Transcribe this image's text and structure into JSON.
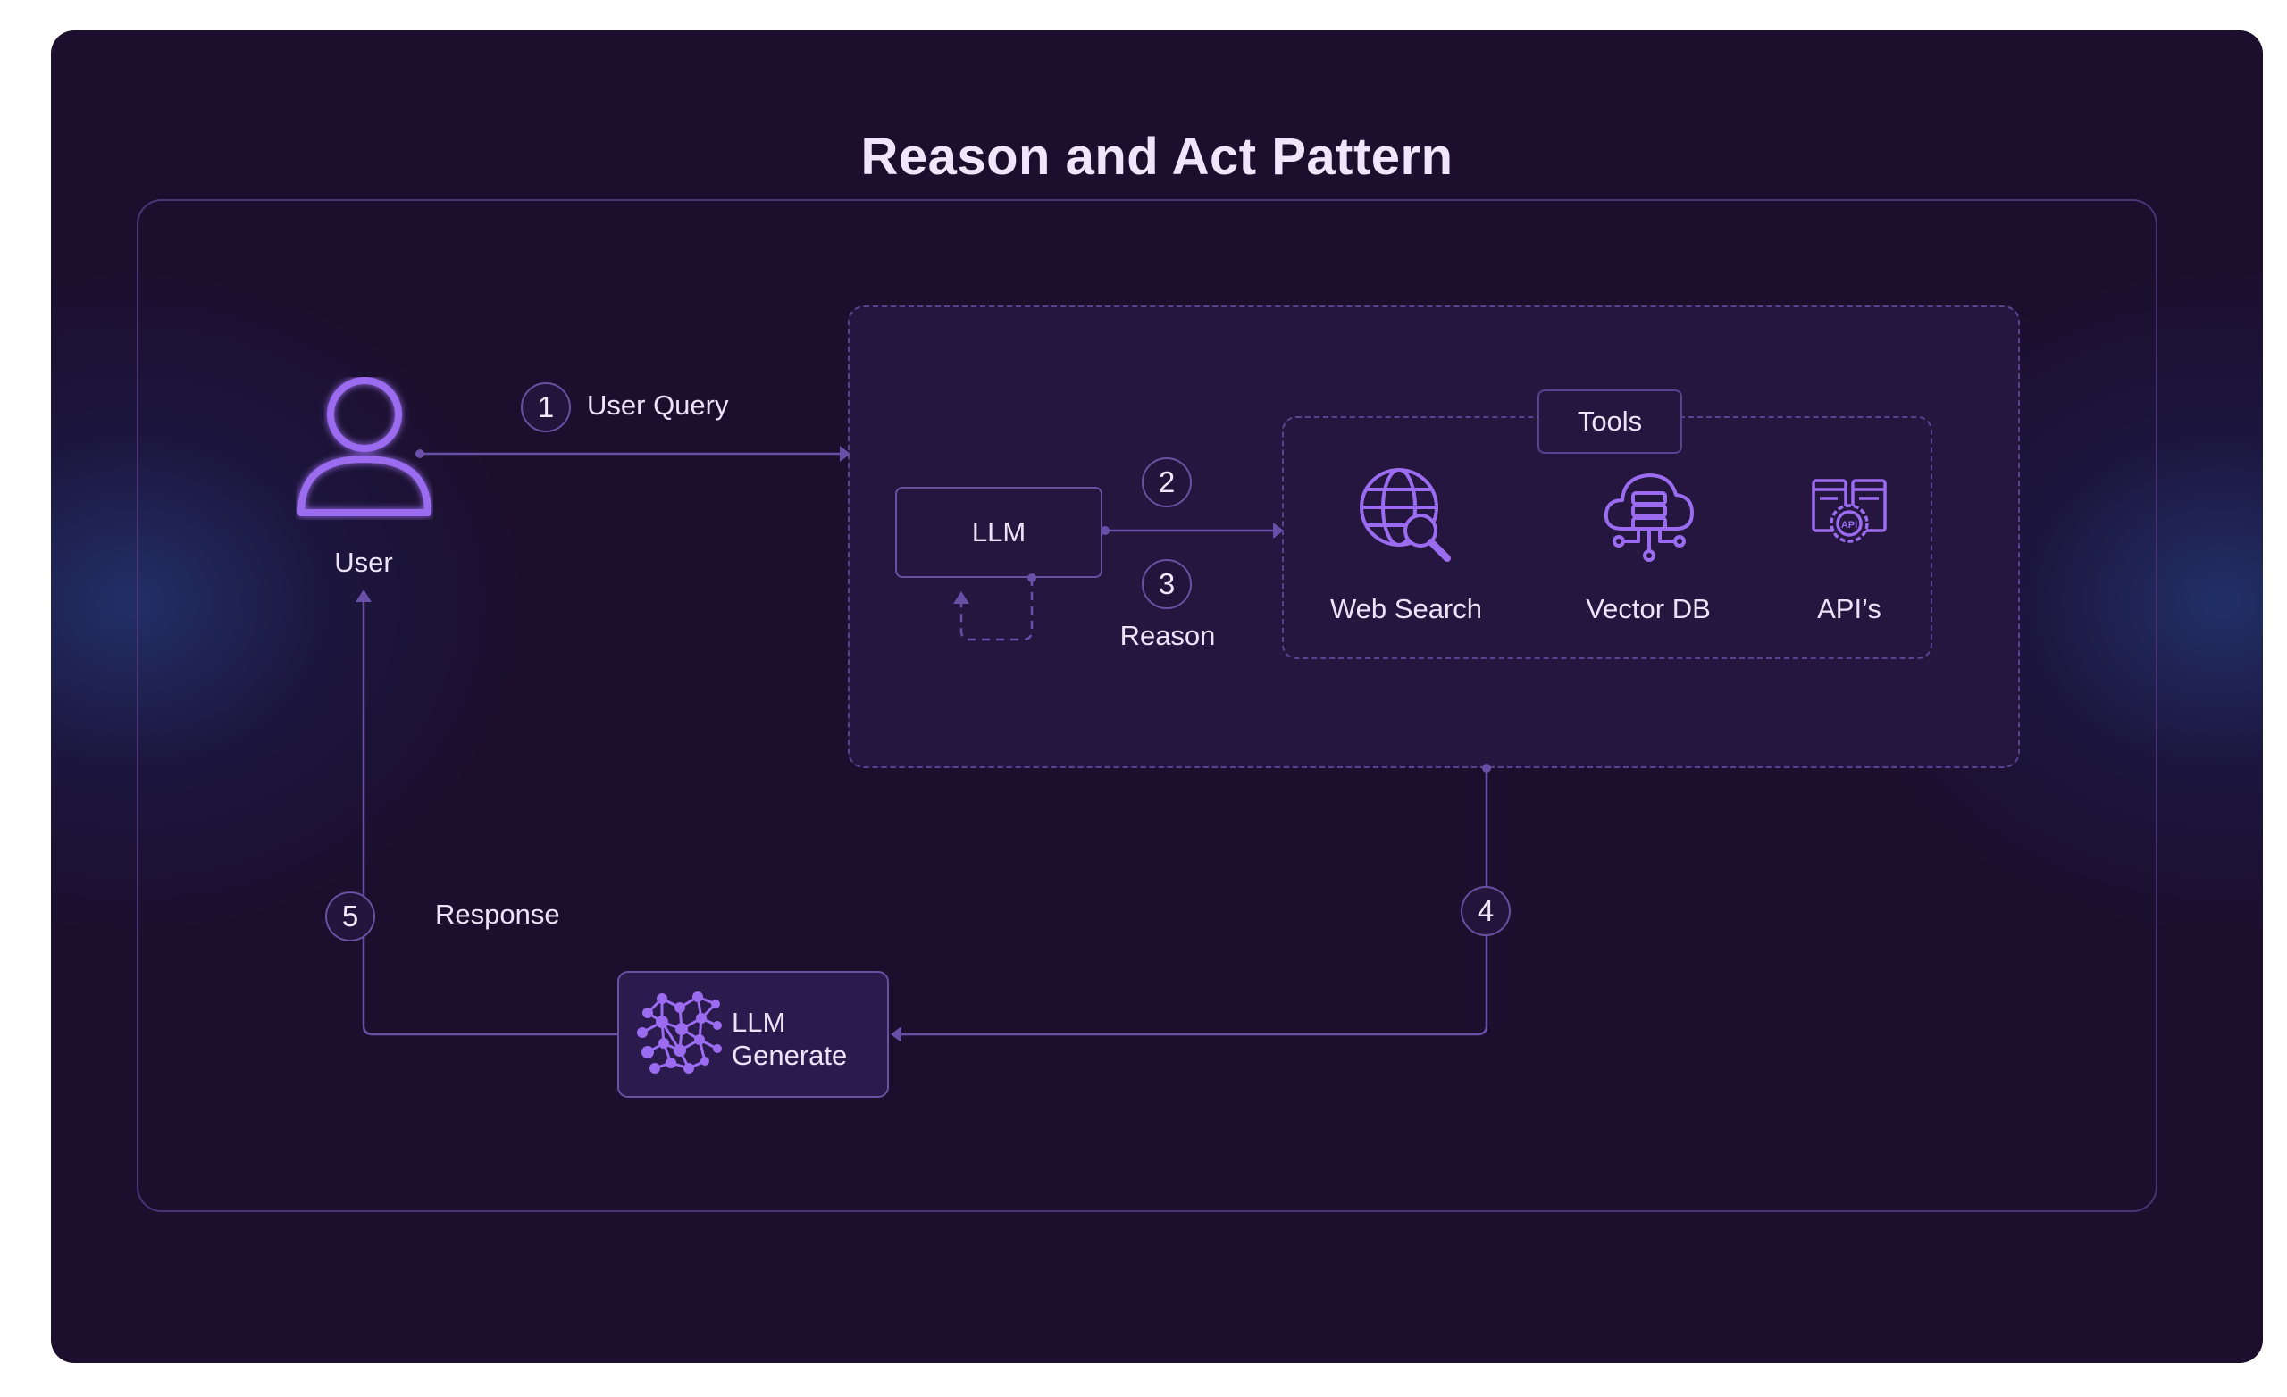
{
  "title": "Reason and Act Pattern",
  "nodes": {
    "user": {
      "label": "User"
    },
    "llm": {
      "label": "LLM"
    },
    "llm_generate": {
      "line1": "LLM",
      "line2": "Generate"
    },
    "tools": {
      "label": "Tools",
      "items": [
        {
          "label": "Web Search",
          "icon": "globe-search-icon"
        },
        {
          "label": "Vector DB",
          "icon": "cloud-database-icon"
        },
        {
          "label": "API’s",
          "icon": "api-gear-icon"
        }
      ]
    }
  },
  "steps": [
    {
      "number": "1",
      "label": "User Query"
    },
    {
      "number": "2",
      "label": ""
    },
    {
      "number": "3",
      "label": "Reason"
    },
    {
      "number": "4",
      "label": ""
    },
    {
      "number": "5",
      "label": "Response"
    }
  ],
  "colors": {
    "background": "#1c0f2e",
    "panel": "#24163f",
    "border": "#5a4290",
    "accent": "#9b6cf0",
    "glow": "#264a96",
    "text": "#ece3f8"
  }
}
